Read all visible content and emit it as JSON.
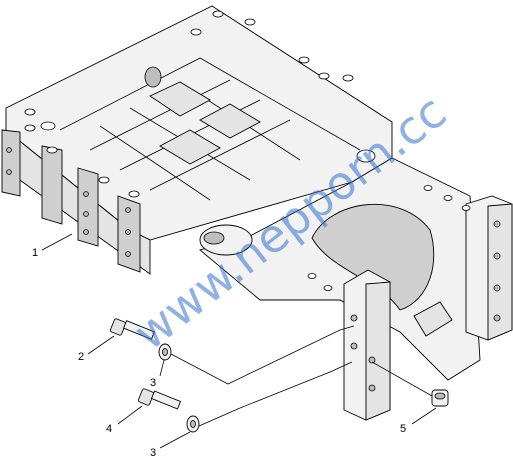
{
  "diagram": {
    "watermark": "www.nepporn.cc",
    "callouts": [
      {
        "id": "1",
        "label": "1"
      },
      {
        "id": "2",
        "label": "2"
      },
      {
        "id": "3a",
        "label": "3"
      },
      {
        "id": "4",
        "label": "4"
      },
      {
        "id": "3b",
        "label": "3"
      },
      {
        "id": "5",
        "label": "5"
      }
    ]
  },
  "colors": {
    "line": "#000000",
    "fill": "#f2f2f2",
    "shade": "#cfcfcf",
    "watermark": "#2f6fcf"
  }
}
